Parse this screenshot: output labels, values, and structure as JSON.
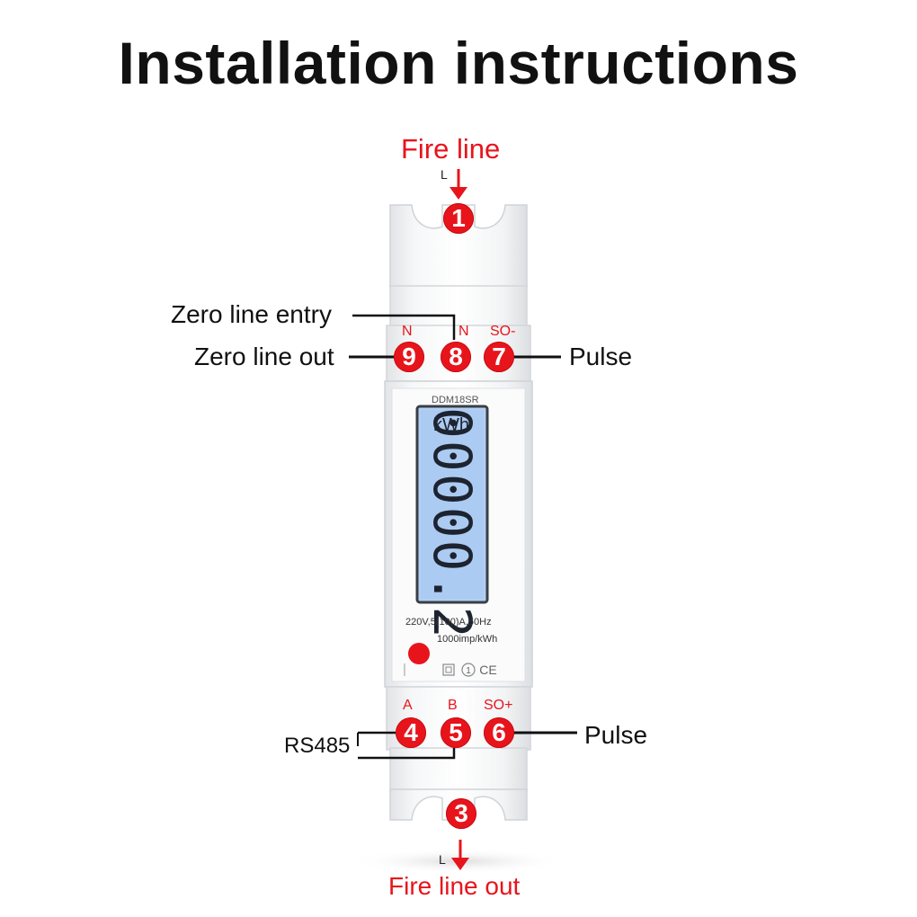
{
  "title": "Installation instructions",
  "labels": {
    "fire_line": "Fire line",
    "fire_line_out": "Fire line out",
    "zero_line_entry": "Zero line entry",
    "zero_line_out": "Zero line out",
    "pulse_top": "Pulse",
    "pulse_bottom": "Pulse",
    "rs485": "RS485"
  },
  "terminal_tags": {
    "l_top": "L",
    "l_bottom": "L",
    "n9": "N",
    "n8": "N",
    "so_minus": "SO-",
    "a": "A",
    "b": "B",
    "so_plus": "SO+"
  },
  "terminals": {
    "t1": "1",
    "t3": "3",
    "t4": "4",
    "t5": "5",
    "t6": "6",
    "t7": "7",
    "t8": "8",
    "t9": "9"
  },
  "meter": {
    "model": "DDM18SR",
    "unit": "kWh",
    "reading": "00000.2",
    "rating": "220V,5(100)A,50Hz",
    "impulse": "1000imp/kWh",
    "class": "1",
    "ce": "CE"
  },
  "colors": {
    "accent_red": "#e8141c",
    "lcd_blue": "#b2cff3"
  }
}
